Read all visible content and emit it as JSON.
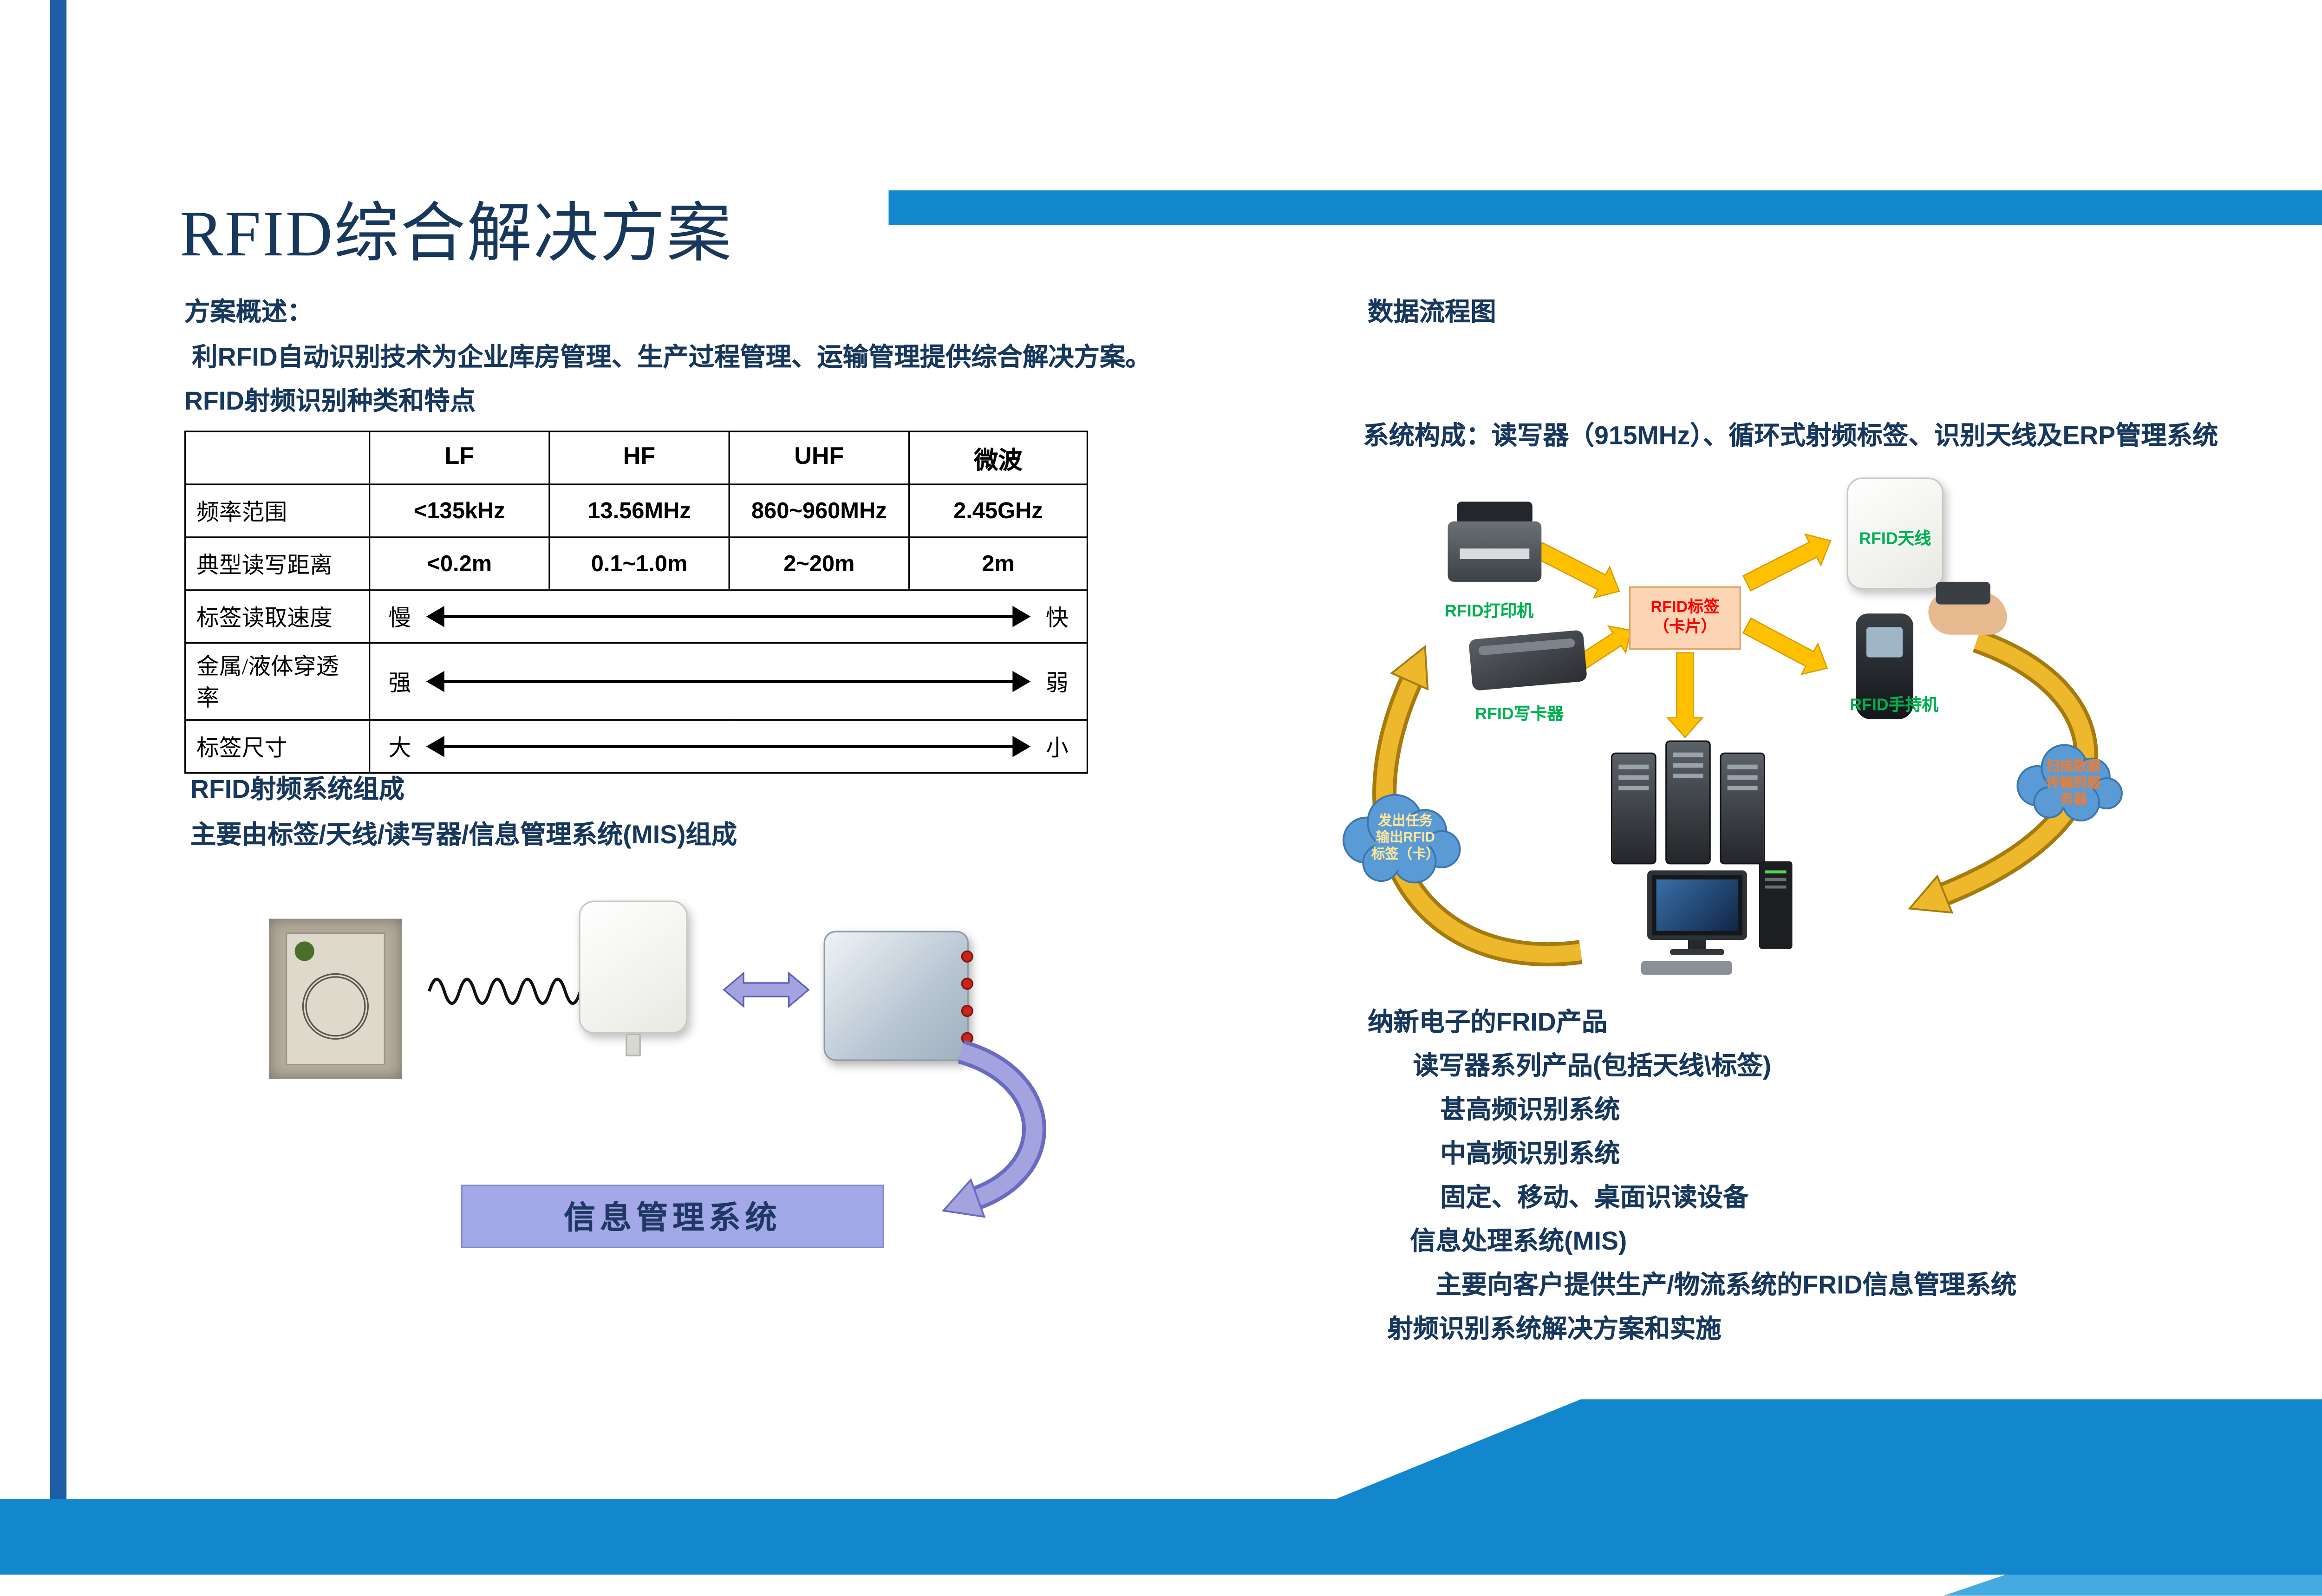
{
  "slide": {
    "title": "RFID综合解决方案"
  },
  "colors": {
    "accent_blue": "#1287ce",
    "light_blue": "#45aadf",
    "sidebar_blue": "#1d5ca6",
    "text_navy": "#17375d",
    "green_label": "#00b050",
    "arrow_gold": "#ffc000",
    "lavender": "#a3a3e0",
    "tag_box_fill": "#fcd5b4",
    "tag_box_text": "#ff0000"
  },
  "left_column": {
    "overview_label": "方案概述：",
    "overview_text": "利RFID自动识别技术为企业库房管理、生产过程管理、运输管理提供综合解决方案。",
    "table_title": "RFID射频识别种类和特点",
    "table": {
      "headers": [
        "",
        "LF",
        "HF",
        "UHF",
        "微波"
      ],
      "data_rows": [
        {
          "label": "频率范围",
          "values": [
            "<135kHz",
            "13.56MHz",
            "860~960MHz",
            "2.45GHz"
          ]
        },
        {
          "label": "典型读写距离",
          "values": [
            "<0.2m",
            "0.1~1.0m",
            "2~20m",
            "2m"
          ]
        }
      ],
      "scale_rows": [
        {
          "label": "标签读取速度",
          "left": "慢",
          "right": "快"
        },
        {
          "label": "金属/液体穿透率",
          "left": "强",
          "right": "弱"
        },
        {
          "label": "标签尺寸",
          "left": "大",
          "right": "小"
        }
      ]
    },
    "system_title": "RFID射频系统组成",
    "system_text": "主要由标签/天线/读写器/信息管理系统(MIS)组成",
    "mis_box_label": "信息管理系统"
  },
  "right_column": {
    "flow_title": "数据流程图",
    "composition_text": "系统构成：读写器（915MHz）、循环式射频标签、识别天线及ERP管理系统",
    "diagram": {
      "printer_label": "RFID打印机",
      "writer_label": "RFID写卡器",
      "tag_label_line1": "RFID标签",
      "tag_label_line2": "（卡片）",
      "antenna_label": "RFID天线",
      "handheld_label": "RFID手持机",
      "cloud_left_lines": [
        "发出任务",
        "输出RFID",
        "标签（卡）"
      ],
      "cloud_right_lines": [
        "扫描数据",
        "传输到服",
        "务器"
      ]
    },
    "product_lines": [
      {
        "text": "纳新电子的FRID产品"
      },
      {
        "text": "读写器系列产品(包括天线\\标签)"
      },
      {
        "text": "甚高频识别系统"
      },
      {
        "text": "中高频识别系统"
      },
      {
        "text": "固定、移动、桌面识读设备"
      },
      {
        "text": "信息处理系统(MIS)"
      },
      {
        "text": "主要向客户提供生产/物流系统的FRID信息管理系统"
      },
      {
        "text": "射频识别系统解决方案和实施"
      }
    ]
  }
}
